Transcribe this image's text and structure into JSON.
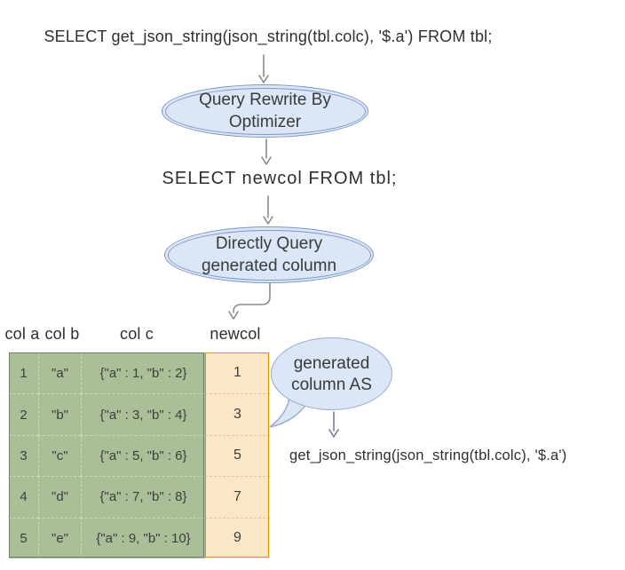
{
  "colors": {
    "node_fill": "#dbe6f7",
    "node_border": "#7d97c8",
    "green_fill": "#aabf98",
    "green_border": "#707e62",
    "green_dash": "#cdd8c0",
    "orange_fill": "#fbe7c8",
    "orange_border": "#d79b00",
    "orange_dash": "#e2c79d",
    "arrow": "#8b8b95",
    "bubble_arrow": "#7d7da3"
  },
  "flow": {
    "sql_original": "SELECT get_json_string(json_string(tbl.colc), '$.a') FROM tbl;",
    "optimizer_node": {
      "line1": "Query Rewrite By",
      "line2": "Optimizer"
    },
    "sql_rewritten": "SELECT newcol FROM tbl;",
    "query_node": {
      "line1": "Directly Query",
      "line2": "generated column"
    }
  },
  "table": {
    "headers": [
      "col a",
      "col b",
      "col c",
      "newcol"
    ],
    "rows": [
      [
        "1",
        "\"a\"",
        "{\"a\" : 1, \"b\" : 2}",
        "1"
      ],
      [
        "2",
        "\"b\"",
        "{\"a\" : 3, \"b\" : 4}",
        "3"
      ],
      [
        "3",
        "\"c\"",
        "{\"a\" : 5, \"b\" : 6}",
        "5"
      ],
      [
        "4",
        "\"d\"",
        "{\"a\" : 7, \"b\" : 8}",
        "7"
      ],
      [
        "5",
        "\"e\"",
        "{\"a\" : 9, \"b\" : 10}",
        "9"
      ]
    ]
  },
  "callout": {
    "line1": "generated",
    "line2": "column AS",
    "expression": "get_json_string(json_string(tbl.colc), '$.a')"
  }
}
